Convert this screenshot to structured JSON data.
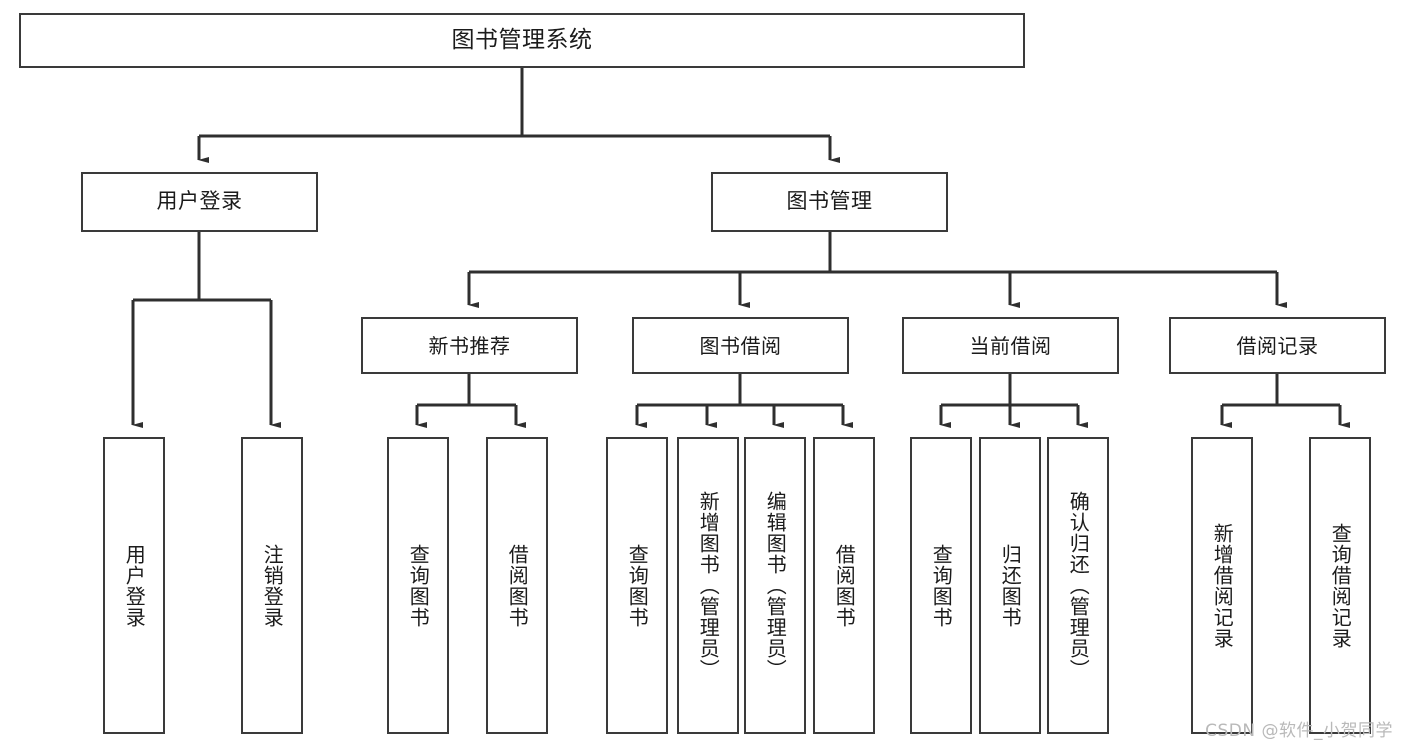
{
  "diagram": {
    "title": "图书管理系统",
    "type": "tree-structure-diagram",
    "colors": {
      "box_border": "#3a3a3a",
      "box_fill": "#ffffff",
      "connector": "#2f2f2f",
      "text": "#1b1b1b",
      "watermark": "#b9b9b9",
      "background": "#ffffff"
    },
    "root": {
      "label": "图书管理系统"
    },
    "level1": [
      {
        "label": "用户登录"
      },
      {
        "label": "图书管理"
      }
    ],
    "level2": [
      {
        "label": "新书推荐"
      },
      {
        "label": "图书借阅"
      },
      {
        "label": "当前借阅"
      },
      {
        "label": "借阅记录"
      }
    ],
    "leaves": {
      "user_login": [
        {
          "label": "用户登录"
        },
        {
          "label": "注销登录"
        }
      ],
      "new_book_recommend": [
        {
          "label": "查询图书"
        },
        {
          "label": "借阅图书"
        }
      ],
      "book_borrow": [
        {
          "label": "查询图书"
        },
        {
          "label": "新增图书（管理员）"
        },
        {
          "label": "编辑图书（管理员）"
        },
        {
          "label": "借阅图书"
        }
      ],
      "current_borrow": [
        {
          "label": "查询图书"
        },
        {
          "label": "归还图书"
        },
        {
          "label": "确认归还（管理员）"
        }
      ],
      "borrow_record": [
        {
          "label": "新增借阅记录"
        },
        {
          "label": "查询借阅记录"
        }
      ]
    }
  },
  "watermark": {
    "text": "CSDN @软件_小贺同学"
  }
}
